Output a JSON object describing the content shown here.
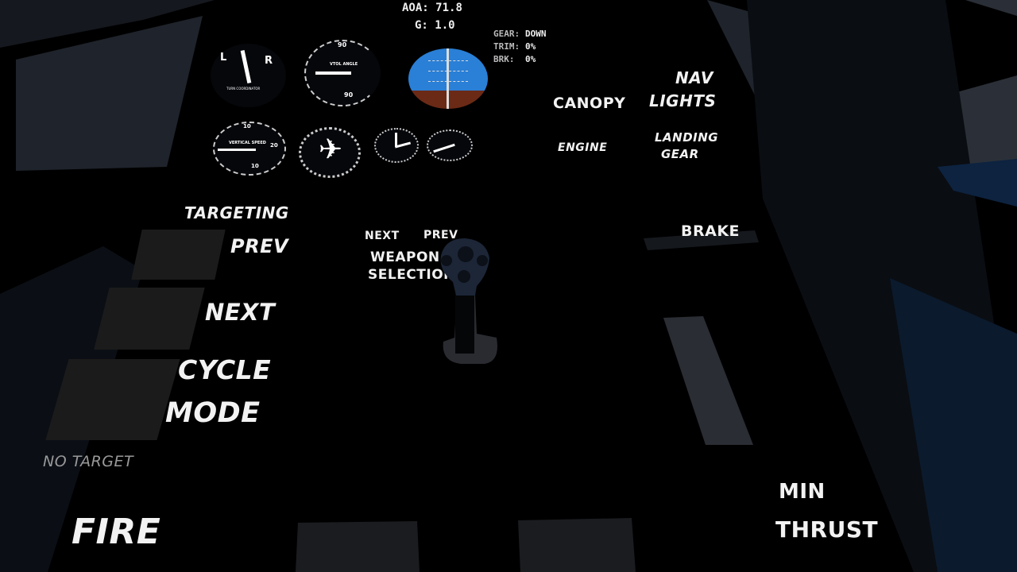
{
  "hud": {
    "aoa_label": "AOA:",
    "aoa_value": "71.8",
    "g_label": "G:",
    "g_value": "1.0",
    "gear_label": "GEAR:",
    "gear_value": "DOWN",
    "trim_label": "TRIM:",
    "trim_value": "0%",
    "brk_label": "BRK:",
    "brk_value": "0%"
  },
  "gauges": {
    "turn_coordinator": {
      "left": "L",
      "right": "R",
      "caption": "TURN COORDINATOR"
    },
    "vtol_angle": {
      "caption": "VTOL ANGLE",
      "top": "90",
      "bottom": "90"
    },
    "vertical_speed": {
      "caption": "VERTICAL SPEED",
      "top": "10",
      "right": "20",
      "bottom": "10"
    }
  },
  "cockpit": {
    "canopy": "CANOPY",
    "nav_lights_1": "NAV",
    "nav_lights_2": "LIGHTS",
    "engine": "ENGINE",
    "landing_gear_1": "LANDING",
    "landing_gear_2": "GEAR",
    "brake": "BRAKE",
    "targeting": "TARGETING",
    "prev": "PREV",
    "next": "NEXT",
    "cycle": "CYCLE",
    "mode": "MODE",
    "no_target": "NO TARGET",
    "fire": "FIRE",
    "weapon_next": "NEXT",
    "weapon_prev": "PREV",
    "weapon_1": "WEAPON",
    "weapon_2": "SELECTION",
    "min": "MIN",
    "thrust": "THRUST"
  },
  "colors": {
    "sky": "#2a7fd6",
    "ground": "#6b2a16",
    "panel": "#1a2230"
  }
}
